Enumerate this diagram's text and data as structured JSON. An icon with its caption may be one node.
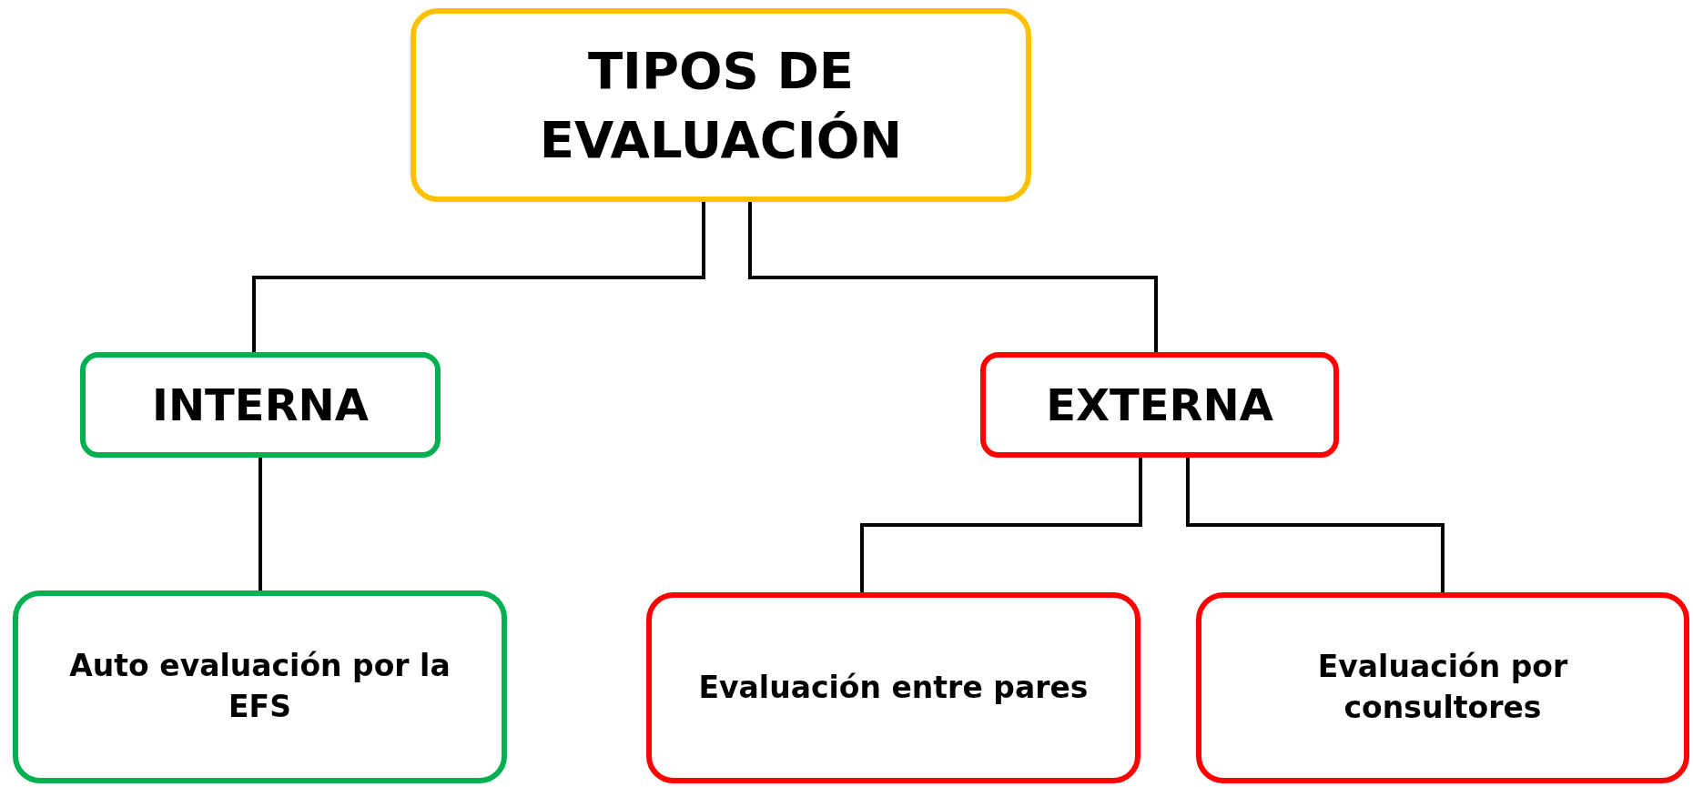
{
  "diagram": {
    "nodes": [
      {
        "text": [
          "TIPOS DE EVALUACIÓN"
        ]
      },
      {
        "text": [
          "INTERNA"
        ]
      },
      {
        "text": [
          "EXTERNA"
        ]
      },
      {
        "text": [
          "Auto evaluación por la EFS"
        ]
      },
      {
        "text": [
          "Evaluación entre pares"
        ]
      },
      {
        "text": [
          "Evaluación por consultores"
        ]
      }
    ],
    "edges": [
      {
        "from": 0,
        "to": 1,
        "arrow": "none"
      },
      {
        "from": 0,
        "to": 2,
        "arrow": "none"
      },
      {
        "from": 1,
        "to": 3,
        "arrow": "none"
      },
      {
        "from": 2,
        "to": 4,
        "arrow": "none"
      },
      {
        "from": 2,
        "to": 5,
        "arrow": "none"
      }
    ]
  }
}
